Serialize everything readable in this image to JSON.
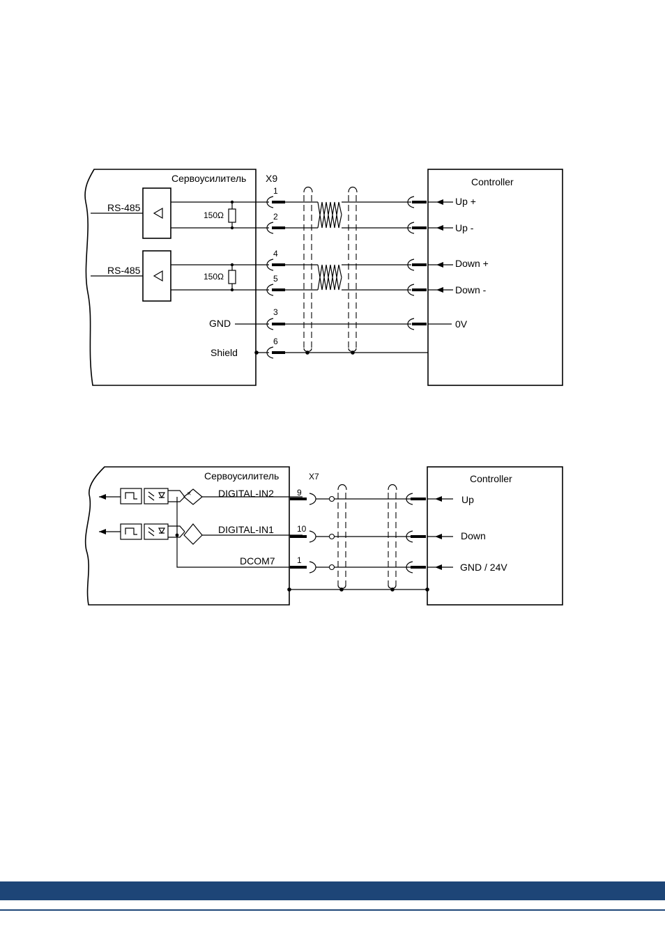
{
  "colors": {
    "footer_bar": "#1d4577",
    "footer_line": "#1d4577"
  },
  "diagram1": {
    "amplifier_label": "Сервоусилитель",
    "connector_label": "X9",
    "controller_label": "Controller",
    "rs485_top": "RS-485",
    "rs485_bottom": "RS-485",
    "resistor_top": "150Ω",
    "resistor_bottom": "150Ω",
    "gnd_label": "GND",
    "shield_label": "Shield",
    "pins": [
      "1",
      "2",
      "4",
      "5",
      "3",
      "6"
    ],
    "signals": [
      "Up +",
      "Up -",
      "Down +",
      "Down -",
      "0V"
    ],
    "icons": [
      "comparator-icon",
      "resistor-icon",
      "twisted-pair-icon"
    ]
  },
  "diagram2": {
    "amplifier_label": "Сервоусилитель",
    "connector_label": "X7",
    "controller_label": "Controller",
    "inputs": [
      "DIGITAL-IN2",
      "DIGITAL-IN1",
      "DCOM7"
    ],
    "pins": [
      "9",
      "10",
      "1"
    ],
    "signals": [
      "Up",
      "Down",
      "GND / 24V"
    ],
    "icons": [
      "optocoupler-icon",
      "bridge-rectifier-icon"
    ]
  }
}
